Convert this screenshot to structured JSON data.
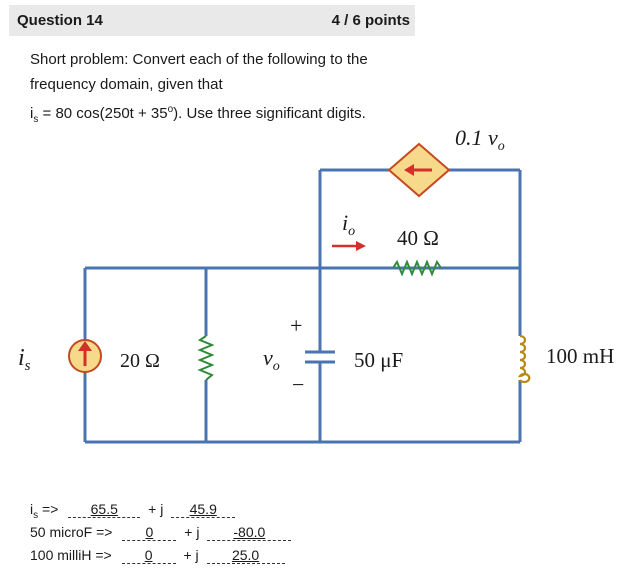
{
  "question": {
    "title": "Question 14",
    "points": "4 / 6 points"
  },
  "prompt": {
    "line1": "Short problem: Convert each of the following to the",
    "line2": "frequency domain, given that",
    "line3_prefix": "i",
    "line3_sub": "s",
    "line3_mid": " = 80 cos(250t + 35",
    "line3_sup": "o",
    "line3_suffix": "). Use three significant digits."
  },
  "circuit": {
    "source_label": "i",
    "source_sub": "s",
    "r1_label": "20 Ω",
    "vo_label": "v",
    "vo_sub": "o",
    "plus": "+",
    "minus": "−",
    "io_label": "i",
    "io_sub": "o",
    "r2_label": "40 Ω",
    "cap_label": "50 μF",
    "ind_label": "100 mH",
    "dep_label": "0.1 v",
    "dep_sub": "o"
  },
  "answers": [
    {
      "label_main": "i",
      "label_sub": "s",
      "label_suffix": " =>",
      "real": "65.5",
      "imag": "45.9"
    },
    {
      "label_main": "50 microF =>",
      "label_sub": "",
      "label_suffix": "",
      "real": "0",
      "imag": "-80.0"
    },
    {
      "label_main": "100 milliH =>",
      "label_sub": "",
      "label_suffix": "",
      "real": "0",
      "imag": "25.0"
    }
  ],
  "answer_joiner": "+ j",
  "colors": {
    "wire": "#4a74b0",
    "source_fill": "#f7d98c",
    "source_stroke": "#c44a20",
    "arrow_red": "#d3302a",
    "inductor": "#b58a1a"
  }
}
